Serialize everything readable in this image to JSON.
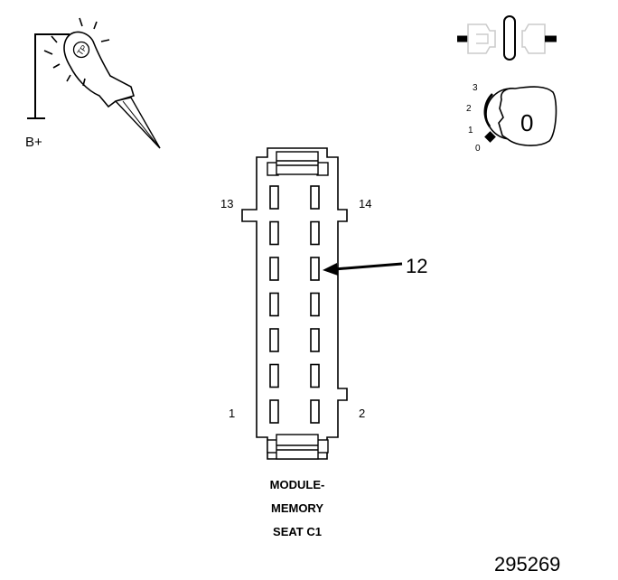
{
  "test_light": {
    "supply_label": "B+",
    "symbol_text": "TP"
  },
  "ignition": {
    "key_label": "0",
    "positions": [
      "3",
      "2",
      "1",
      "0"
    ],
    "selected_position": "0"
  },
  "connector": {
    "title_lines": [
      "MODULE-",
      "MEMORY",
      "SEAT C1"
    ],
    "pin_labels": {
      "top_left": "13",
      "top_right": "14",
      "bottom_left": "1",
      "bottom_right": "2"
    },
    "pin_rows": 7,
    "pin_columns": 2,
    "highlighted_pin": "12",
    "callout_label": "12"
  },
  "figure_number": "295269"
}
